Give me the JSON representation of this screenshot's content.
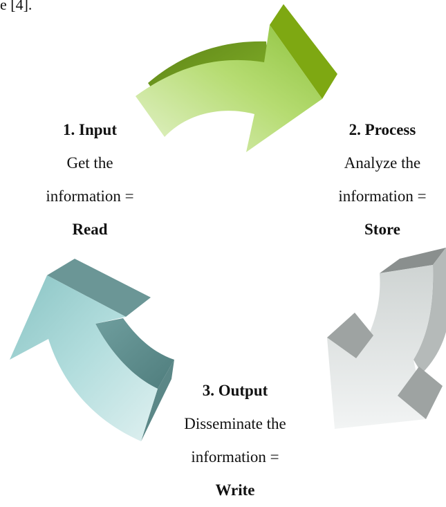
{
  "page_fragment": "e [4].",
  "stages": [
    {
      "title": "1. Input",
      "line1": "Get the",
      "line2": "information =",
      "keyword": "Read",
      "arrow_color": "#9ccd4e"
    },
    {
      "title": "2. Process",
      "line1": "Analyze the",
      "line2": "information =",
      "keyword": "Store",
      "arrow_color": "#c8cccb"
    },
    {
      "title": "3. Output",
      "line1": "Disseminate the",
      "line2": "information =",
      "keyword": "Write",
      "arrow_color": "#9fd0cf"
    }
  ]
}
